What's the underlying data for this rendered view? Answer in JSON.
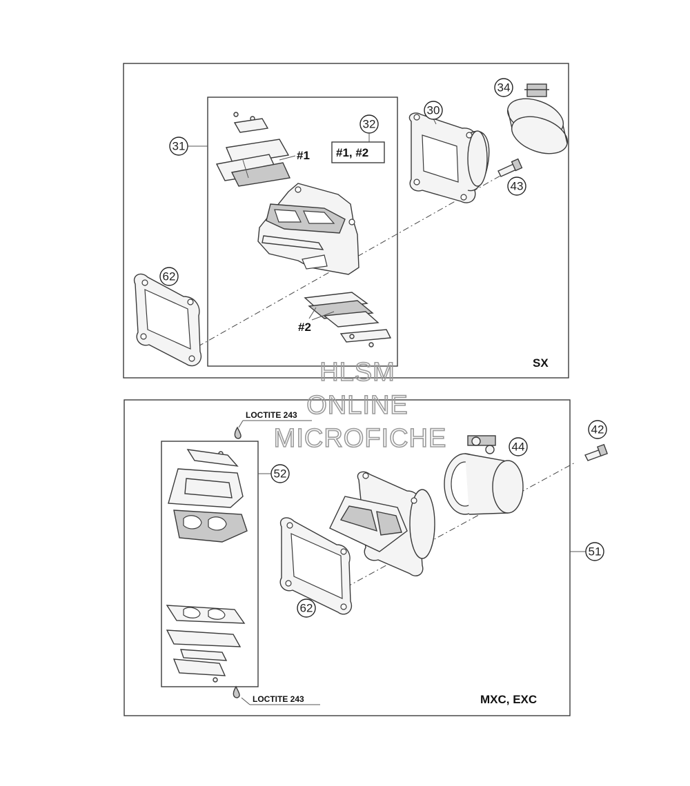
{
  "panels": {
    "sx": {
      "label": "SX"
    },
    "mxc": {
      "label": "MXC, EXC"
    }
  },
  "callouts": {
    "p31": "31",
    "p32": "32",
    "p30": "30",
    "p34": "34",
    "p43": "43",
    "p62a": "62",
    "p52": "52",
    "p44": "44",
    "p42": "42",
    "p51": "51",
    "p62b": "62"
  },
  "labels": {
    "reed1": "#1",
    "reed2": "#2",
    "kit32": "#1, #2",
    "loctite_top": "LOCTITE 243",
    "loctite_bottom": "LOCTITE 243"
  },
  "watermark": {
    "line1": "HLSM",
    "line2": "ONLINE",
    "line3": "MICROFICHE"
  }
}
